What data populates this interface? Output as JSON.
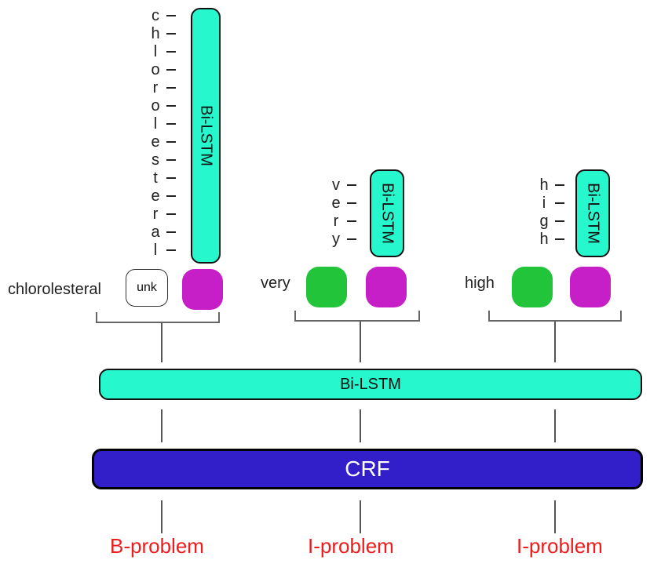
{
  "columns": [
    {
      "word": "chlorolesteral",
      "chars": [
        "c",
        "h",
        "l",
        "o",
        "r",
        "o",
        "l",
        "e",
        "s",
        "t",
        "e",
        "r",
        "a",
        "l"
      ],
      "char_lstm_label": "Bi-LSTM",
      "word_embedding_label": "unk",
      "tag": "B-problem"
    },
    {
      "word": "very",
      "chars": [
        "v",
        "e",
        "r",
        "y"
      ],
      "char_lstm_label": "Bi-LSTM",
      "word_embedding_label": "",
      "tag": "I-problem"
    },
    {
      "word": "high",
      "chars": [
        "h",
        "i",
        "g",
        "h"
      ],
      "char_lstm_label": "Bi-LSTM",
      "word_embedding_label": "",
      "tag": "I-problem"
    }
  ],
  "sentence_lstm_label": "Bi-LSTM",
  "crf_label": "CRF",
  "colors": {
    "lstm": "#27f7cc",
    "crf": "#321fc9",
    "word_embedding": "#22c43a",
    "char_embedding": "#c71fc7",
    "tag_text": "#ee1c1c"
  }
}
